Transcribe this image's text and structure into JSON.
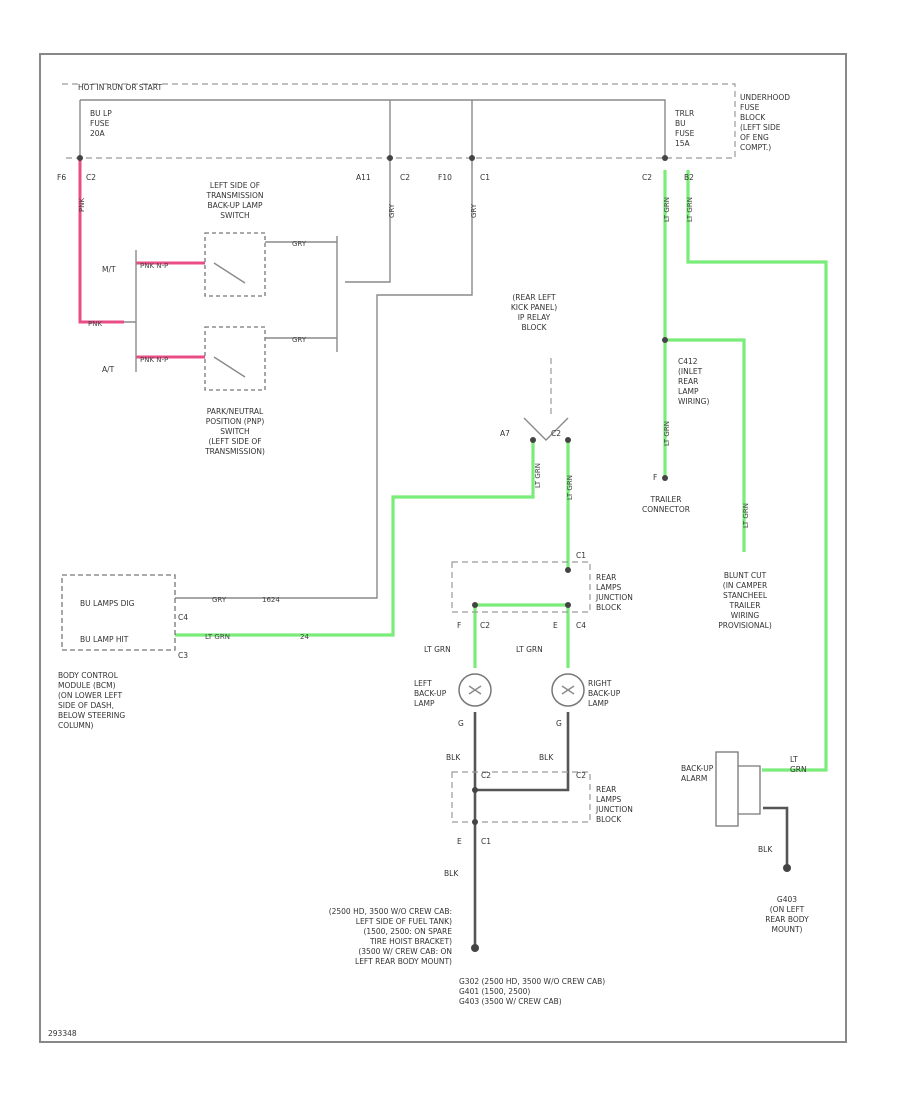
{
  "labels": {
    "hot_in_run": "HOT IN RUN OR START",
    "fuse_bu": "BU LP\nFUSE\n20A",
    "fuse_trlr": "TRLR\nBU\nFUSE\n15A",
    "underhood": "UNDERHOOD\nFUSE\nBLOCK\n(LEFT SIDE\nOF ENG\nCOMPT.)",
    "pin_f6": "F6",
    "pin_c2a": "C2",
    "pin_a11": "A11",
    "pin_c2b": "C2",
    "pin_f10": "F10",
    "pin_c1": "C1",
    "pin_c2c": "C2",
    "pin_b2": "B2",
    "backup_switch": "LEFT SIDE OF\nTRANSMISSION\nBACK-UP LAMP\nSWITCH",
    "mt": "M/T",
    "at": "A/T",
    "pnp_switch": "PARK/NEUTRAL\nPOSITION (PNP)\nSWITCH\n(LEFT SIDE OF\nTRANSMISSION)",
    "relay_block": "(REAR LEFT\nKICK PANEL)\nIP RELAY\nBLOCK",
    "pin_a7": "A7",
    "pin_c2d": "C2",
    "trailer_wiring": "C412\n(INLET\nREAR\nLAMP\nWIRING)",
    "pin_f": "F",
    "trailer_connector": "TRAILER\nCONNECTOR",
    "blunt_cut": "BLUNT CUT\n(IN CAMPER\nSTANCHEEL\nTRAILER\nWIRING\nPROVISIONAL)",
    "bcm_dig": "BU LAMPS DIG",
    "bcm_hit": "BU LAMP HIT",
    "pin_c4a": "C4",
    "pin_c3": "C3",
    "bcm": "BODY CONTROL\nMODULE (BCM)\n(ON LOWER LEFT\nSIDE OF DASH,\nBELOW STEERING\nCOLUMN)",
    "rear_junction_1": "REAR\nLAMPS\nJUNCTION\nBLOCK",
    "pin_c1b": "C1",
    "pin_f2": "F",
    "pin_c2e": "C2",
    "pin_e": "E",
    "pin_c4b": "C4",
    "left_backup": "LEFT\nBACK-UP\nLAMP",
    "right_backup": "RIGHT\nBACK-UP\nLAMP",
    "lt_grn_1": "LT GRN",
    "lt_grn_2": "LT GRN",
    "blk_1": "BLK",
    "blk_2": "BLK",
    "blk_3": "BLK",
    "blk_4": "BLK",
    "pin_c2f": "C2",
    "pin_c2g": "C2",
    "pin_c1c": "C1",
    "pin_e2": "E",
    "rear_junction_2": "REAR\nLAMPS\nJUNCTION\nBLOCK",
    "backup_alarm": "BACK-UP\nALARM",
    "lt_grn_alarm": "LT\nGRN",
    "g403": "G403\n(ON LEFT\nREAR BODY\nMOUNT)",
    "ground_note": "(2500 HD, 3500 W/O CREW CAB:\nLEFT SIDE OF FUEL TANK)\n(1500, 2500: ON SPARE\nTIRE HOIST BRACKET)\n(3500 W/ CREW CAB: ON\nLEFT REAR BODY MOUNT)",
    "ground_ids": "G302 (2500 HD, 3500 W/O CREW CAB)\nG401 (1500, 2500)\nG403 (3500 W/ CREW CAB)",
    "fig_id": "293348"
  },
  "wire_labels": {
    "pnk_1": "PNK",
    "pnk_2": "PNK",
    "pnk_mt": "PNK N-P",
    "pnk_at": "PNK N-P",
    "grn_mt": "GRY",
    "grn_at": "GRY",
    "gry_a11": "GRY",
    "gry_f10": "GRY",
    "ltgrn_c2": "LT GRN",
    "ltgrn_b2": "LT GRN",
    "ltgrn_trlr": "LT GRN",
    "ltgrn_a7": "LT GRN",
    "ltgrn_c2d": "LT GRN",
    "ltgrn_blunt": "LT GRN",
    "gry_bcm": "GRY",
    "n_bcm_gry": "1624",
    "ltgrn_bcm": "LT GRN",
    "n_bcm_grn": "24"
  },
  "colors": {
    "wire_pink": "#ea4c86",
    "wire_green": "#79ec79",
    "wire_gray": "#8a8a8a",
    "wire_black": "#555555"
  }
}
